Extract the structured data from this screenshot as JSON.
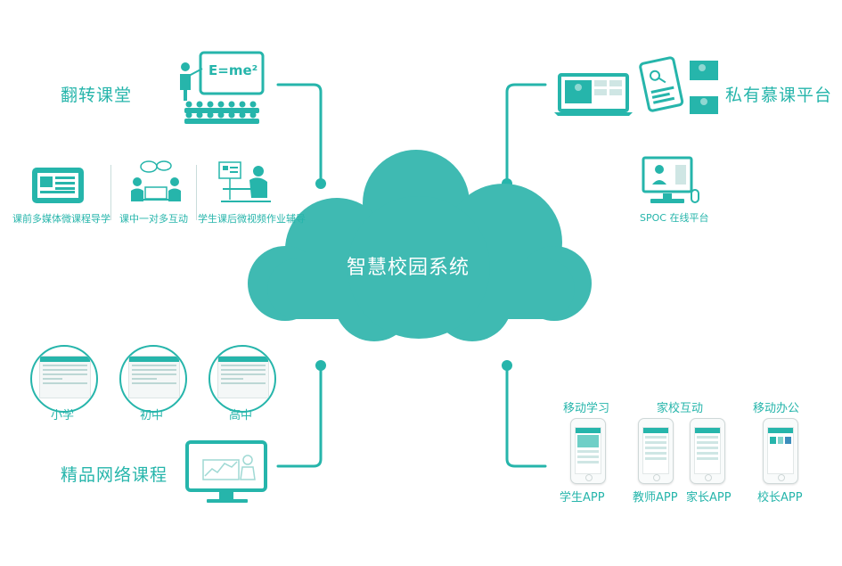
{
  "center": {
    "label": "智慧校园系统"
  },
  "flipped_classroom": {
    "title": "翻转课堂",
    "board_text": "E=me²",
    "items": [
      {
        "label": "课前多媒体微课程导学"
      },
      {
        "label": "课中一对多互动"
      },
      {
        "label": "学生课后微视频作业辅导"
      }
    ]
  },
  "mooc": {
    "title": "私有慕课平台",
    "spoc_label": "SPOC 在线平台"
  },
  "courses": {
    "title": "精品网络课程",
    "levels": [
      {
        "label": "小学"
      },
      {
        "label": "初中"
      },
      {
        "label": "高中"
      }
    ]
  },
  "mobile": {
    "groups": [
      {
        "title": "移动学习",
        "apps": [
          {
            "label": "学生APP"
          }
        ]
      },
      {
        "title": "家校互动",
        "apps": [
          {
            "label": "教师APP"
          },
          {
            "label": "家长APP"
          }
        ]
      },
      {
        "title": "移动办公",
        "apps": [
          {
            "label": "校长APP"
          }
        ]
      }
    ]
  },
  "colors": {
    "accent": "#26b5ab",
    "cloud": "#3fbab2"
  }
}
